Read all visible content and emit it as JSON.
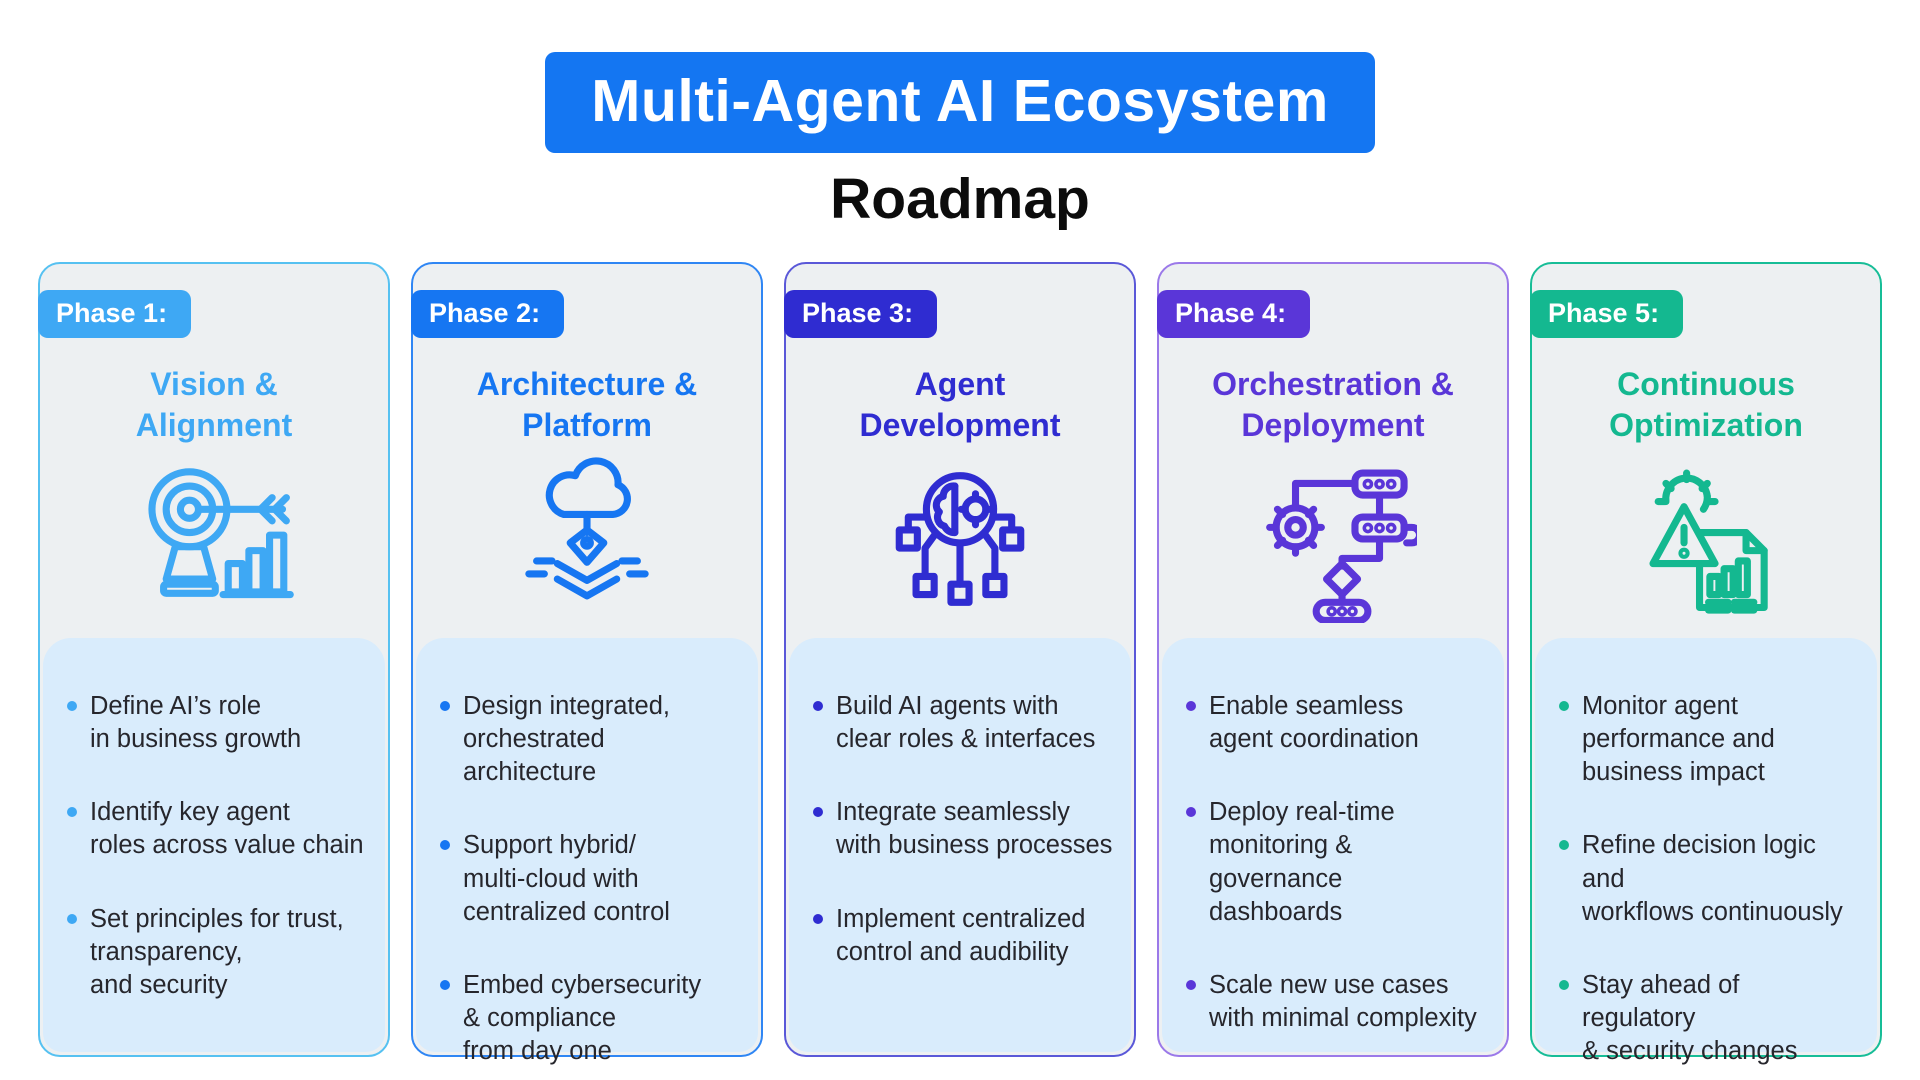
{
  "header": {
    "title": "Multi-Agent AI Ecosystem",
    "title_bg": "#1476F2",
    "subtitle": "Roadmap"
  },
  "colors": {
    "card_bg": "#EDF0F2",
    "panel_bg": "#D9ECFC",
    "bullet_text": "#26262C",
    "subtitle_color": "#0C0C0C"
  },
  "phases": [
    {
      "badge": "Phase 1:",
      "title": "Vision &\nAlignment",
      "accent": "#3EA8F4",
      "border": "#56C1F1",
      "icon": "target-arrow-chart-icon",
      "bullets": [
        "Define AI’s role\nin business growth",
        "Identify key agent\nroles across value chain",
        "Set principles for trust,\ntransparency,\nand security"
      ]
    },
    {
      "badge": "Phase 2:",
      "title": "Architecture &\nPlatform",
      "accent": "#1676F2",
      "border": "#2F86F4",
      "icon": "cloud-architecture-icon",
      "bullets": [
        "Design integrated,\norchestrated architecture",
        "Support hybrid/\nmulti-cloud with\ncentralized control",
        "Embed cybersecurity\n& compliance\nfrom day one"
      ]
    },
    {
      "badge": "Phase 3:",
      "title": "Agent\nDevelopment",
      "accent": "#2F2CD1",
      "border": "#5A58D8",
      "icon": "agent-brain-network-icon",
      "bullets": [
        "Build AI agents with\nclear roles & interfaces",
        "Integrate seamlessly\nwith business processes",
        "Implement centralized\ncontrol and audibility"
      ]
    },
    {
      "badge": "Phase 4:",
      "title": "Orchestration &\nDeployment",
      "accent": "#5A36D8",
      "border": "#9B79E9",
      "icon": "gear-flowchart-icon",
      "bullets": [
        "Enable seamless\nagent coordination",
        "Deploy real-time\nmonitoring & governance\ndashboards",
        "Scale new use cases\nwith minimal complexity"
      ]
    },
    {
      "badge": "Phase 5:",
      "title": "Continuous\nOptimization",
      "accent": "#14B890",
      "border": "#17BD97",
      "icon": "gear-warning-report-icon",
      "bullets": [
        "Monitor agent\nperformance and\nbusiness impact",
        "Refine decision logic and\nworkflows continuously",
        "Stay ahead of regulatory\n& security changes"
      ]
    }
  ]
}
